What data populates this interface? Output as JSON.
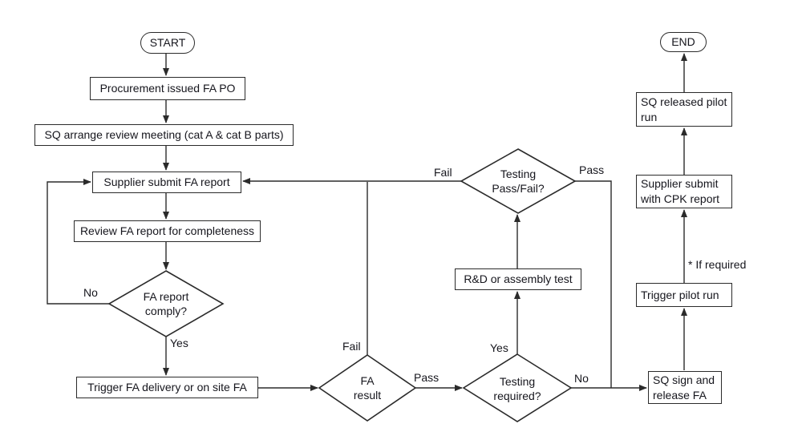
{
  "flowchart": {
    "terminators": {
      "start": "START",
      "end": "END"
    },
    "processes": {
      "procurement": "Procurement issued FA PO",
      "sq_arrange": "SQ arrange review meeting (cat A & cat B parts)",
      "supplier_submit": "Supplier submit FA report",
      "review_report": "Review FA report for completeness",
      "trigger_fa": "Trigger FA delivery or on site FA",
      "rd_test": "R&D or assembly test",
      "sq_sign": "SQ sign and release FA",
      "trigger_pilot": "Trigger pilot run",
      "supplier_cpk": "Supplier submit with CPK report",
      "sq_released": "SQ released pilot run"
    },
    "decisions": {
      "fa_comply": "FA report\ncomply?",
      "fa_result": "FA\nresult",
      "testing_required": "Testing\nrequired?",
      "testing_passfail": "Testing\nPass/Fail?"
    },
    "edge_labels": {
      "comply_no": "No",
      "comply_yes": "Yes",
      "result_fail": "Fail",
      "result_pass": "Pass",
      "required_yes": "Yes",
      "required_no": "No",
      "passfail_fail": "Fail",
      "passfail_pass": "Pass"
    },
    "note": "* If required",
    "colors": {
      "line": "#2b2b2b",
      "text": "#16161d",
      "background": "#ffffff"
    }
  }
}
